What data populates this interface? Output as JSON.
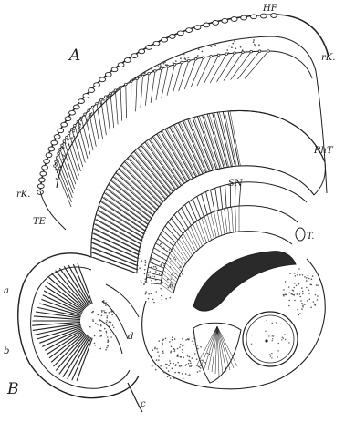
{
  "figure": {
    "labels": {
      "HF": "HF",
      "A": "A",
      "rK_top": "rK.",
      "RhT": "RhT",
      "SN": "SN",
      "rK_left": "rK.",
      "TE": "TE",
      "T": "T.",
      "a": "a",
      "b": "b",
      "d": "d",
      "B": "B",
      "c": "c"
    },
    "colors": {
      "ink": "#1f1f1f",
      "paper": "#ffffff",
      "dark_band": "#2a2a2a",
      "stipple": "#555555"
    }
  }
}
